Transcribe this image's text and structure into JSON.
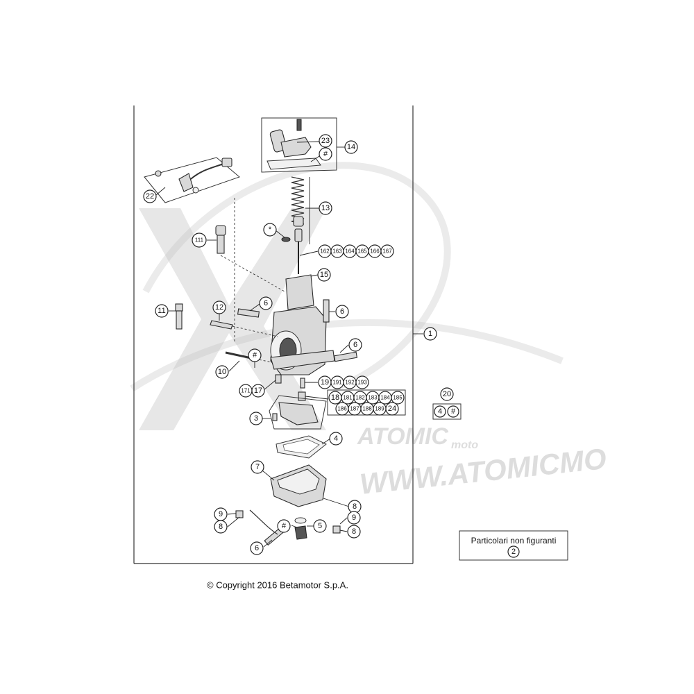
{
  "copyright": "© Copyright 2016 Betamotor S.p.A.",
  "watermark": {
    "brand": "ATOMIC",
    "sub": "moto",
    "url": "WWW.ATOMICMO"
  },
  "note_box": {
    "label": "Particolari non figuranti",
    "ref": "2"
  },
  "callouts": {
    "c1": "1",
    "c3": "3",
    "c4": "4",
    "c4b": "4",
    "c5": "5",
    "c6a": "6",
    "c6b": "6",
    "c6c": "6",
    "c6d": "6",
    "c7": "7",
    "c8a": "8",
    "c8b": "8",
    "c8c": "8",
    "c9a": "9",
    "c9b": "9",
    "c10": "10",
    "c11": "11",
    "c12": "12",
    "c13": "13",
    "c14": "14",
    "c15": "15",
    "c17": "17",
    "c171": "171",
    "c18": "18",
    "c19": "19",
    "c20": "20",
    "c22": "22",
    "c23": "23",
    "c24": "24",
    "c111": "111",
    "c162": "162",
    "c163": "163",
    "c164": "164",
    "c165": "165",
    "c166": "166",
    "c167": "167",
    "c181": "181",
    "c182": "182",
    "c183a": "183",
    "c184": "184",
    "c185": "185",
    "c186": "186",
    "c187": "187",
    "c188": "188",
    "c189": "189",
    "c191": "191",
    "c192": "192",
    "c193": "193",
    "hash1": "#",
    "hash2": "#",
    "hash3": "#",
    "hash4": "#",
    "star": "*"
  }
}
